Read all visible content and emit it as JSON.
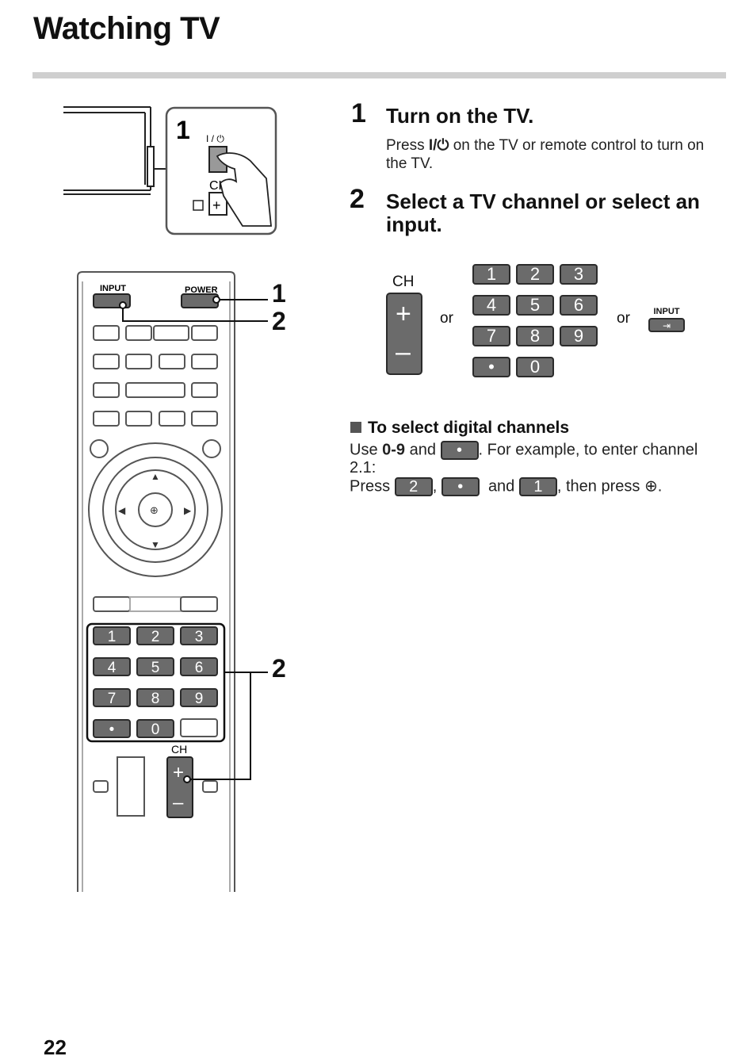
{
  "page": {
    "title": "Watching TV",
    "page_number": "22"
  },
  "steps": [
    {
      "number": "1",
      "heading": "Turn on the TV.",
      "body_prefix": "Press",
      "body_symbol": "I/⏻",
      "body_suffix": "on the TV or remote control to turn on the TV."
    },
    {
      "number": "2",
      "heading": "Select a TV channel or select an input."
    }
  ],
  "step2_figure": {
    "ch_label": "CH",
    "ch_plus": "+",
    "ch_minus": "–",
    "or_1": "or",
    "or_2": "or",
    "number_keys": [
      "1",
      "2",
      "3",
      "4",
      "5",
      "6",
      "7",
      "8",
      "9",
      "•",
      "0"
    ],
    "input_label": "INPUT",
    "input_icon": "input-arrow-icon"
  },
  "digital": {
    "heading": "To select digital channels",
    "line1_a": "Use",
    "line1_bold": "0-9",
    "line1_b": "and",
    "key_dot": "•",
    "line1_c": ". For example, to enter channel",
    "line2": "2.1:",
    "line3_a": "Press",
    "key_2": "2",
    "comma": ",",
    "line3_and": "and",
    "key_1": "1",
    "line3_b": ", then press",
    "enter_symbol": "⊕",
    "period": "."
  },
  "illustration": {
    "tv_callout": "1",
    "tv_button_label": "I / ⏻",
    "tv_ch_label": "CH",
    "remote_input_label": "INPUT",
    "remote_power_label": "POWER",
    "remote_callouts": [
      "1",
      "2",
      "2"
    ],
    "remote_keypad": [
      "1",
      "2",
      "3",
      "4",
      "5",
      "6",
      "7",
      "8",
      "9",
      "•",
      "0"
    ],
    "remote_ch_label": "CH"
  },
  "colors": {
    "key_fill": "#6b6b6b",
    "key_border": "#2b2b2b",
    "rule": "#cfcfcf"
  }
}
